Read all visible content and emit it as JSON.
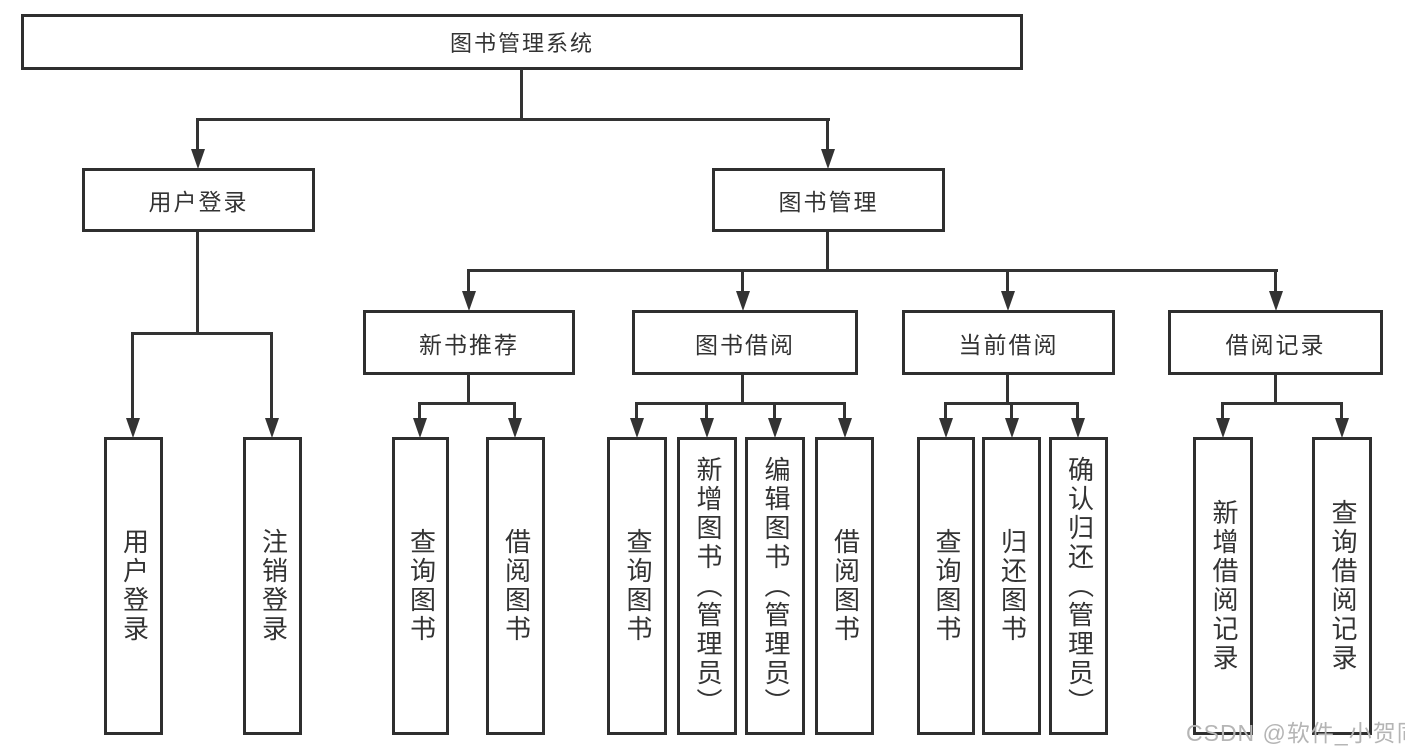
{
  "diagram_title": "图书管理系统",
  "nodes": {
    "root": {
      "label": "图书管理系统"
    },
    "user_login": {
      "label": "用户登录"
    },
    "book_mgmt": {
      "label": "图书管理"
    },
    "new_book_rec": {
      "label": "新书推荐"
    },
    "book_borrow": {
      "label": "图书借阅"
    },
    "current_borrow": {
      "label": "当前借阅"
    },
    "borrow_records": {
      "label": "借阅记录"
    },
    "user_login_leaf": {
      "label": "用户登录"
    },
    "logout_leaf": {
      "label": "注销登录"
    },
    "rec_query_books": {
      "label": "查询图书"
    },
    "rec_borrow_books": {
      "label": "借阅图书"
    },
    "bb_query_books": {
      "label": "查询图书"
    },
    "bb_add_books": {
      "label": "新增图书（管理员）"
    },
    "bb_edit_books": {
      "label": "编辑图书（管理员）"
    },
    "bb_borrow_books": {
      "label": "借阅图书"
    },
    "cb_query_books": {
      "label": "查询图书"
    },
    "cb_return_books": {
      "label": "归还图书"
    },
    "cb_confirm_return": {
      "label": "确认归还（管理员）"
    },
    "br_add_record": {
      "label": "新增借阅记录"
    },
    "br_query_record": {
      "label": "查询借阅记录"
    }
  },
  "hierarchy": {
    "root": [
      "user_login",
      "book_mgmt"
    ],
    "user_login": [
      "user_login_leaf",
      "logout_leaf"
    ],
    "book_mgmt": [
      "new_book_rec",
      "book_borrow",
      "current_borrow",
      "borrow_records"
    ],
    "new_book_rec": [
      "rec_query_books",
      "rec_borrow_books"
    ],
    "book_borrow": [
      "bb_query_books",
      "bb_add_books",
      "bb_edit_books",
      "bb_borrow_books"
    ],
    "current_borrow": [
      "cb_query_books",
      "cb_return_books",
      "cb_confirm_return"
    ],
    "borrow_records": [
      "br_add_record",
      "br_query_record"
    ]
  },
  "watermark": "CSDN @软件_小贺同学",
  "colors": {
    "line": "#333333",
    "border": "#2f2f2f",
    "text": "#333333",
    "watermark": "#b5b5b5",
    "background": "#ffffff"
  }
}
